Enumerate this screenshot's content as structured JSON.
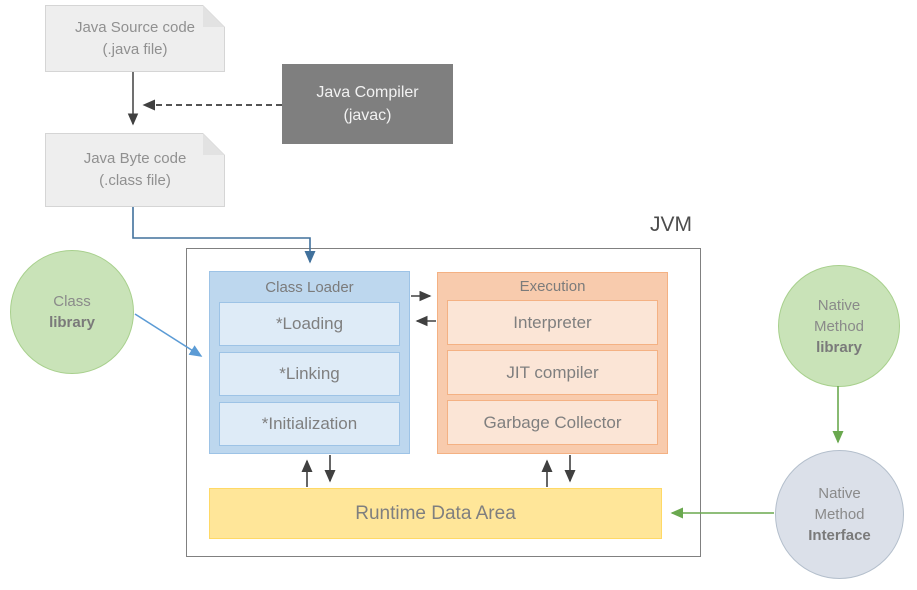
{
  "diagram_title": "JVM",
  "nodes": {
    "java_source_code": {
      "title": "Java Source code",
      "subtitle": "(.java file)"
    },
    "java_compiler": {
      "title": "Java Compiler",
      "subtitle": "(javac)"
    },
    "java_byte_code": {
      "title": "Java Byte code",
      "subtitle": "(.class file)"
    },
    "class_library": {
      "line1": "Class",
      "line2": "library"
    },
    "jvm": {
      "label": "JVM"
    },
    "class_loader": {
      "title": "Class Loader",
      "items": [
        "*Loading",
        "*Linking",
        "*Initialization"
      ]
    },
    "execution_engine": {
      "title": "Execution",
      "items": [
        "Interpreter",
        "JIT compiler",
        "Garbage Collector"
      ]
    },
    "runtime_data_area": {
      "label": "Runtime Data Area"
    },
    "native_method_library": {
      "line1": "Native",
      "line2": "Method",
      "line3": "library"
    },
    "native_method_interface": {
      "line1": "Native",
      "line2": "Method",
      "line3": "Interface"
    }
  },
  "edges": [
    {
      "from": "java-source-code",
      "to": "java-byte-code",
      "style": "solid-dark-arrow"
    },
    {
      "from": "java-compiler",
      "to": "source-to-byte-step",
      "style": "dashed-dark-arrow"
    },
    {
      "from": "java-byte-code",
      "to": "class-loader",
      "style": "solid-steel-blue-arrow"
    },
    {
      "from": "class-library",
      "to": "class-loader",
      "style": "solid-light-blue-arrow"
    },
    {
      "from": "class-loader",
      "to": "execution-engine",
      "style": "solid-dark-arrow"
    },
    {
      "from": "execution-engine",
      "to": "class-loader",
      "style": "solid-dark-arrow"
    },
    {
      "from": "class-loader",
      "to": "runtime-data-area",
      "style": "up-down-dark-arrow-pair"
    },
    {
      "from": "execution-engine",
      "to": "runtime-data-area",
      "style": "up-down-dark-arrow-pair"
    },
    {
      "from": "native-method-library",
      "to": "native-method-interface",
      "style": "solid-green-arrow"
    },
    {
      "from": "native-method-interface",
      "to": "runtime-data-area",
      "style": "solid-green-arrow"
    }
  ],
  "colors": {
    "document_fill": "#eeeeee",
    "document_border": "#d5d5d5",
    "compiler_fill": "#7f7f7f",
    "compiler_text": "#f2f2f2",
    "jvm_border": "#808080",
    "class_loader_fill": "#bdd7ee",
    "class_loader_item_fill": "#deebf7",
    "class_loader_border": "#9dc3e6",
    "execution_fill": "#f8cbad",
    "execution_item_fill": "#fbe5d6",
    "execution_border": "#f4b183",
    "runtime_fill": "#ffe699",
    "runtime_border": "#ffd966",
    "library_circle_fill": "#c9e3b8",
    "library_circle_border": "#a8d08d",
    "interface_circle_fill": "#dbe0e9",
    "interface_circle_border": "#b4bfcc",
    "connector_dark": "#404040",
    "connector_steel_blue": "#41719c",
    "connector_light_blue": "#5b9bd5",
    "connector_green": "#6aa84f",
    "text_gray": "#7f7f7f"
  }
}
